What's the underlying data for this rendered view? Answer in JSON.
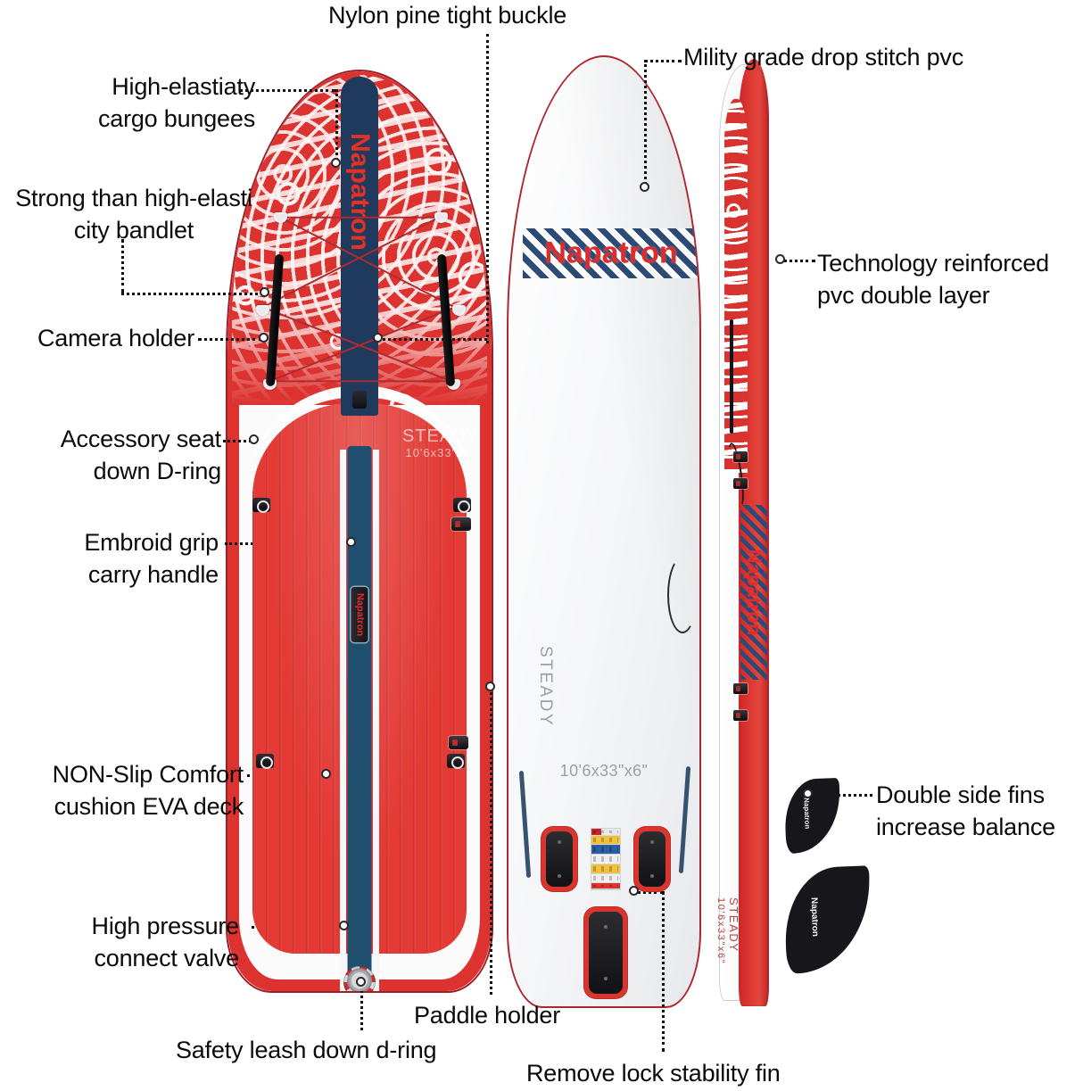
{
  "product": {
    "brand": "Napatron",
    "model": "STEADY",
    "size": "10'6x33\"x6\"",
    "colors": {
      "red": "#dc3330",
      "deck_red": "#e33a35",
      "navy": "#1f4e6e",
      "brand_navy": "#2b4a75",
      "brand_red": "#e02b2b",
      "hull_outline": "#ad2731",
      "white": "#ffffff",
      "fin_black": "#17171b",
      "label_text": "#0a0a0a"
    }
  },
  "views": {
    "deck": {
      "name": "Deck / top view"
    },
    "bottom": {
      "name": "Bottom view"
    },
    "side": {
      "name": "Side rail view"
    }
  },
  "callouts": [
    {
      "id": "nylon-buckle",
      "text": "Nylon pine tight buckle"
    },
    {
      "id": "military-pvc",
      "text": "Mility grade drop stitch pvc"
    },
    {
      "id": "cargo-bungees",
      "text": "High-elastiaty\ncargo bungees"
    },
    {
      "id": "bandlet",
      "text": "Strong than high-elasti\ncity bandlet"
    },
    {
      "id": "camera-holder",
      "text": "Camera holder"
    },
    {
      "id": "tech-pvc",
      "text": "Technology reinforced\npvc double layer"
    },
    {
      "id": "accessory-dring",
      "text": "Accessory seat\ndown D-ring"
    },
    {
      "id": "carry-handle",
      "text": "Embroid grip\ncarry handle"
    },
    {
      "id": "eva-deck",
      "text": "NON-Slip Comfort\ncushion EVA deck"
    },
    {
      "id": "double-fins",
      "text": "Double side fins\nincrease balance"
    },
    {
      "id": "valve",
      "text": "High pressure\nconnect valve"
    },
    {
      "id": "paddle-holder",
      "text": "Paddle holder"
    },
    {
      "id": "safety-leash",
      "text": "Safety leash down d-ring"
    },
    {
      "id": "stability-fin",
      "text": "Remove lock stability fin"
    }
  ]
}
